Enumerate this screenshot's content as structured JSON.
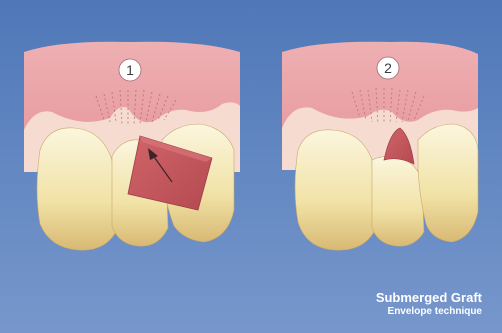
{
  "panels": [
    {
      "step_label": "1"
    },
    {
      "step_label": "2"
    }
  ],
  "caption": {
    "title": "Submerged Graft",
    "subtitle": "Envelope technique"
  },
  "colors": {
    "background": "#6387c2",
    "gingiva": "#e9a4a8",
    "tooth": "#f2e6b0",
    "graft": "#c4555b",
    "caption_text": "#ffffff"
  }
}
